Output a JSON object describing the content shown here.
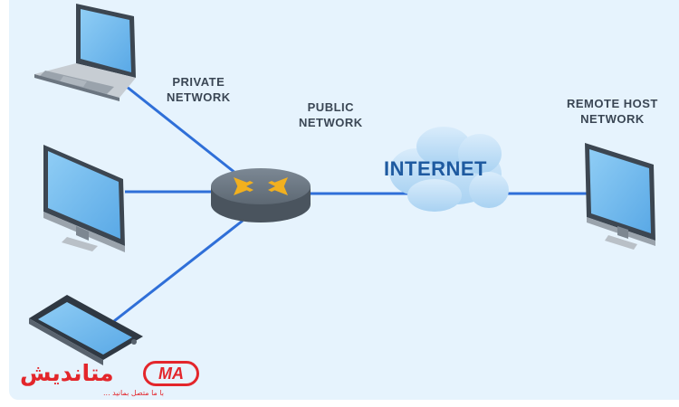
{
  "labels": {
    "private_line1": "PRIVATE",
    "private_line2": "NETWORK",
    "public_line1": "PUBLIC",
    "public_line2": "NETWORK",
    "internet": "INTERNET",
    "remote_line1": "REMOTE HOST",
    "remote_line2": "NETWORK"
  },
  "logo": {
    "mark": "MA",
    "name": "متاندیش",
    "tagline": "با ما متصل بمانید ..."
  },
  "colors": {
    "background": "#e6f3fd",
    "link": "#2f6fd8",
    "router_arrows": "#f2b01e",
    "text": "#3a4654",
    "internet_text": "#1e5aa0",
    "logo_red": "#e3262b"
  },
  "icons": {
    "laptop": "laptop-icon",
    "desktop": "desktop-monitor-icon",
    "phone": "smartphone-icon",
    "router": "router-icon",
    "cloud": "cloud-icon",
    "remote": "remote-monitor-icon"
  }
}
